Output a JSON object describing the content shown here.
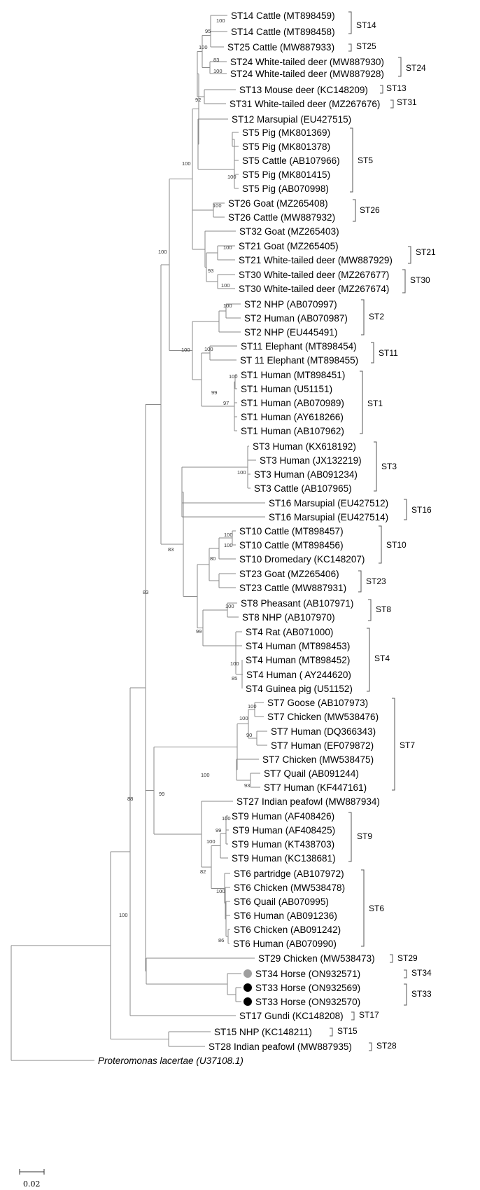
{
  "leaves": [
    {
      "label": "ST14 Cattle (MT898459)"
    },
    {
      "label": "ST14 Cattle (MT898458)"
    },
    {
      "label": "ST25 Cattle (MW887933)"
    },
    {
      "label": "ST24 White-tailed deer (MW887930)"
    },
    {
      "label": "ST24 White-tailed deer (MW887928)"
    },
    {
      "label": "ST13 Mouse deer (KC148209)"
    },
    {
      "label": "ST31 White-tailed deer (MZ267676)"
    },
    {
      "label": "ST12 Marsupial (EU427515)"
    },
    {
      "label": "ST5 Pig (MK801369)"
    },
    {
      "label": "ST5 Pig (MK801378)"
    },
    {
      "label": "ST5 Cattle (AB107966)"
    },
    {
      "label": "ST5 Pig (MK801415)"
    },
    {
      "label": "ST5 Pig (AB070998)"
    },
    {
      "label": "ST26 Goat (MZ265408)"
    },
    {
      "label": "ST26 Cattle (MW887932)"
    },
    {
      "label": "ST32 Goat (MZ265403)"
    },
    {
      "label": "ST21 Goat (MZ265405)"
    },
    {
      "label": "ST21 White-tailed deer (MW887929)"
    },
    {
      "label": "ST30 White-tailed deer (MZ267677)"
    },
    {
      "label": "ST30 White-tailed deer (MZ267674)"
    },
    {
      "label": "ST2 NHP (AB070997)"
    },
    {
      "label": "ST2 Human (AB070987)"
    },
    {
      "label": "ST2 NHP (EU445491)"
    },
    {
      "label": "ST11 Elephant (MT898454)"
    },
    {
      "label": "ST 11 Elephant (MT898455)"
    },
    {
      "label": "ST1 Human (MT898451)"
    },
    {
      "label": "ST1 Human (U51151)"
    },
    {
      "label": "ST1 Human (AB070989)"
    },
    {
      "label": "ST1 Human (AY618266)"
    },
    {
      "label": "ST1 Human (AB107962)"
    },
    {
      "label": "ST3 Human (KX618192)"
    },
    {
      "label": "ST3 Human (JX132219)"
    },
    {
      "label": "ST3 Human (AB091234)"
    },
    {
      "label": "ST3 Cattle (AB107965)"
    },
    {
      "label": "ST16 Marsupial (EU427512)"
    },
    {
      "label": "ST16 Marsupial (EU427514)"
    },
    {
      "label": "ST10 Cattle (MT898457)"
    },
    {
      "label": "ST10 Cattle (MT898456)"
    },
    {
      "label": "ST10 Dromedary (KC148207)"
    },
    {
      "label": "ST23 Goat (MZ265406)"
    },
    {
      "label": "ST23 Cattle (MW887931)"
    },
    {
      "label": "ST8 Pheasant (AB107971)"
    },
    {
      "label": "ST8 NHP (AB107970)"
    },
    {
      "label": "ST4 Rat (AB071000)"
    },
    {
      "label": "ST4 Human (MT898453)"
    },
    {
      "label": "ST4 Human (MT898452)"
    },
    {
      "label": "ST4 Human ( AY244620)"
    },
    {
      "label": "ST4 Guinea pig (U51152)"
    },
    {
      "label": "ST7 Goose (AB107973)"
    },
    {
      "label": "ST7 Chicken (MW538476)"
    },
    {
      "label": "ST7 Human (DQ366343)"
    },
    {
      "label": "ST7 Human (EF079872)"
    },
    {
      "label": "ST7 Chicken (MW538475)"
    },
    {
      "label": "ST7 Quail (AB091244)"
    },
    {
      "label": "ST7 Human (KF447161)"
    },
    {
      "label": "ST27 Indian peafowl (MW887934)"
    },
    {
      "label": "ST9 Human (AF408426)"
    },
    {
      "label": "ST9 Human (AF408425)"
    },
    {
      "label": "ST9 Human (KT438703)"
    },
    {
      "label": "ST9 Human (KC138681)"
    },
    {
      "label": "ST6 partridge (AB107972)"
    },
    {
      "label": "ST6 Chicken (MW538478)"
    },
    {
      "label": "ST6 Quail (AB070995)"
    },
    {
      "label": "ST6 Human (AB091236)"
    },
    {
      "label": "ST6 Chicken (AB091242)"
    },
    {
      "label": "ST6 Human (AB070990)"
    },
    {
      "label": "ST29 Chicken (MW538473)"
    },
    {
      "label": "ST34 Horse (ON932571)",
      "marker": "#9e9e9e"
    },
    {
      "label": "ST33 Horse (ON932569)",
      "marker": "#000000"
    },
    {
      "label": "ST33 Horse (ON932570)",
      "marker": "#000000"
    },
    {
      "label": "ST17 Gundi (KC148208)"
    },
    {
      "label": "ST15 NHP (KC148211)"
    },
    {
      "label": "ST28 Indian peafowl (MW887935)"
    },
    {
      "label": "Proteromonas lacertae (U37108.1)",
      "italic": true
    }
  ],
  "supports": [
    "95",
    "100",
    "100",
    "100",
    "92",
    "100",
    "83",
    "100",
    "100",
    "100",
    "93",
    "100",
    "100",
    "100",
    "99",
    "100",
    "97",
    "100",
    "100",
    "83",
    "83",
    "100",
    "100",
    "100",
    "80",
    "100",
    "99",
    "100",
    "85",
    "100",
    "99",
    "100",
    "100",
    "90",
    "93",
    "100",
    "99",
    "100",
    "82",
    "100",
    "86",
    "88",
    "100"
  ],
  "clades": [
    "ST14",
    "ST25",
    "ST24",
    "ST13",
    "ST31",
    "ST5",
    "ST26",
    "ST21",
    "ST30",
    "ST2",
    "ST11",
    "ST1",
    "ST3",
    "ST16",
    "ST10",
    "ST23",
    "ST8",
    "ST4",
    "ST7",
    "ST9",
    "ST6",
    "ST29",
    "ST34",
    "ST33",
    "ST17",
    "ST15",
    "ST28"
  ],
  "scale_bar": {
    "label": "0.02"
  },
  "colors": {
    "branch": "#8a8a8a",
    "bracket": "#555555",
    "text": "#000000",
    "st34_marker": "#9e9e9e",
    "st33_marker": "#000000"
  }
}
